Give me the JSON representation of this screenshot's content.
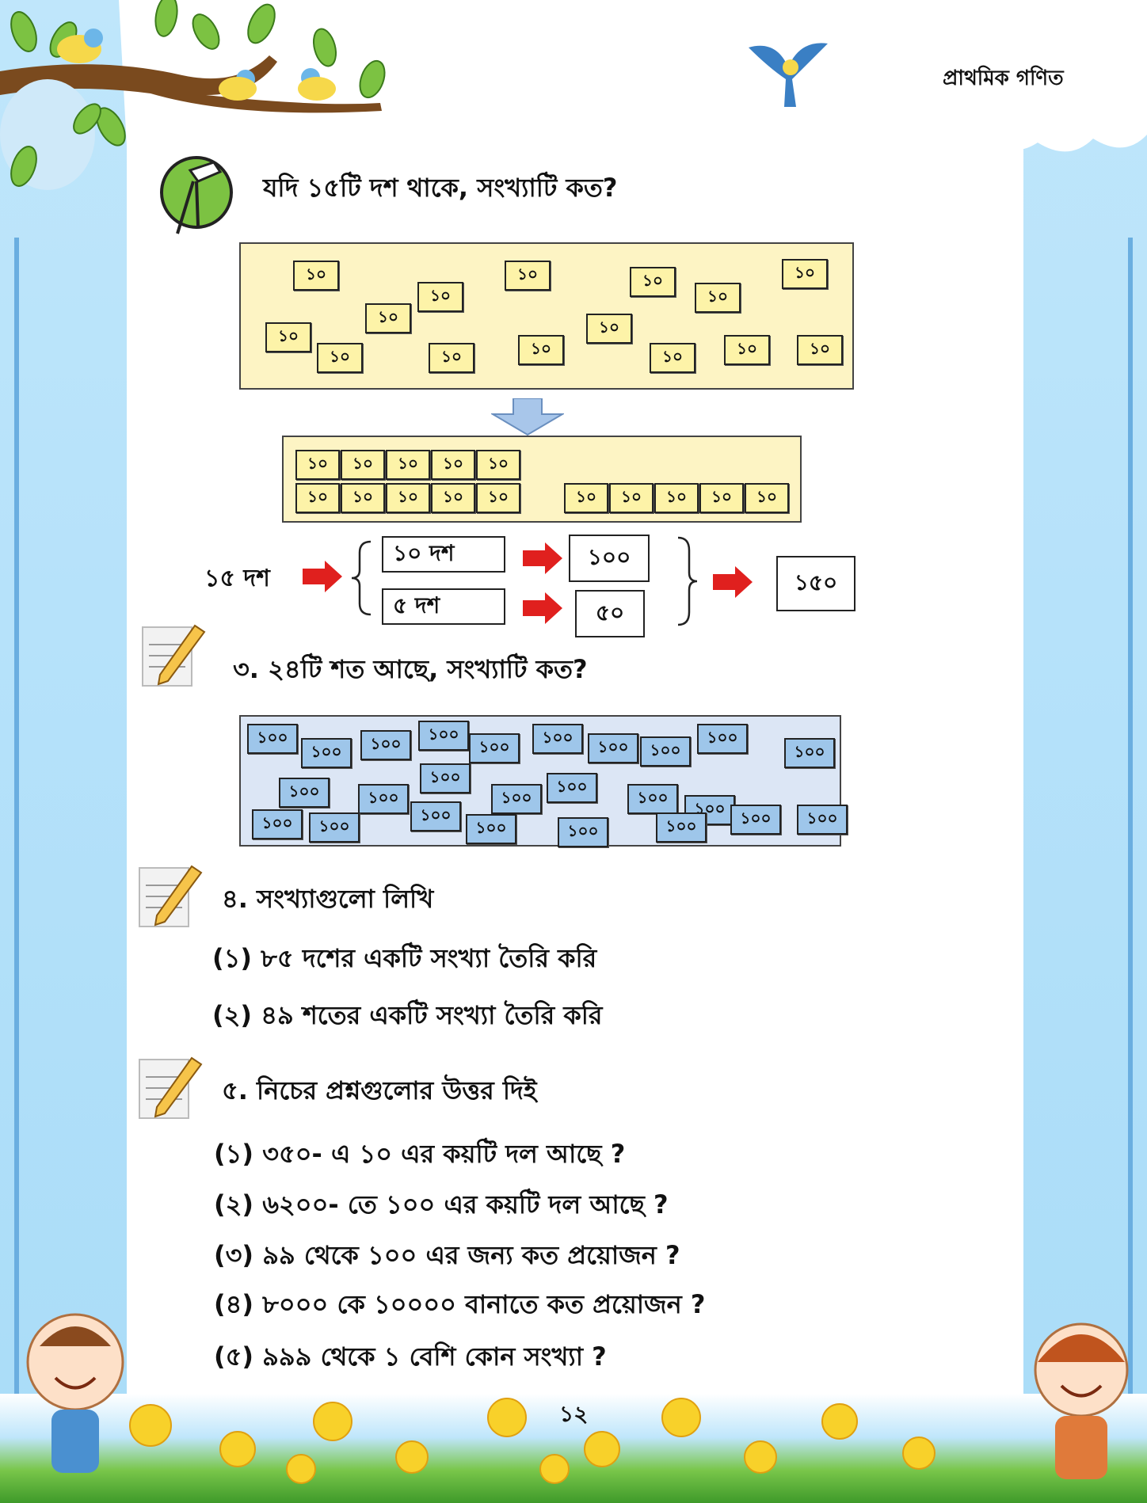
{
  "header": {
    "title": "প্রাথমিক গণিত"
  },
  "section_intro": {
    "question": "যদি ১৫টি দশ থাকে, সংখ্যাটি কত?"
  },
  "tiles": {
    "ten": "১০",
    "hundred": "১০০"
  },
  "breakdown": {
    "left_label": "১৫ দশ",
    "box_a": "১০ দশ",
    "result_a": "১০০",
    "box_b": "৫ দশ",
    "result_b": "৫০",
    "total": "১৫০"
  },
  "q3": {
    "text": "৩. ২৪টি শত আছে, সংখ্যাটি কত?"
  },
  "q4": {
    "title": "৪. সংখ্যাগুলো লিখি",
    "items": [
      "(১) ৮৫ দশের একটি সংখ্যা তৈরি করি",
      "(২) ৪৯ শতের একটি সংখ্যা তৈরি করি"
    ]
  },
  "q5": {
    "title": "৫. নিচের প্রশ্নগুলোর উত্তর দিই",
    "items": [
      "(১) ৩৫০- এ ১০ এর কয়টি দল আছে ?",
      "(২) ৬২০০- তে ১০০ এর কয়টি দল আছে ?",
      "(৩) ৯৯ থেকে ১০০ এর জন্য কত প্রয়োজন ?",
      "(৪) ৮০০০ কে ১০০০০ বানাতে কত প্রয়োজন ?",
      "(৫) ৯৯৯ থেকে ১ বেশি কোন সংখ্যা ?"
    ]
  },
  "footer": {
    "page_number": "১২"
  },
  "colors": {
    "arrow_red": "#e0201e",
    "tile_yellow": "#fdf3a8",
    "tile_blue": "#9ec6ea",
    "sky": "#a9dcf8"
  },
  "icons": [
    "compass-hand-icon",
    "notepad-pencil-icon",
    "bird-icon",
    "child-icon",
    "flower-icon"
  ]
}
